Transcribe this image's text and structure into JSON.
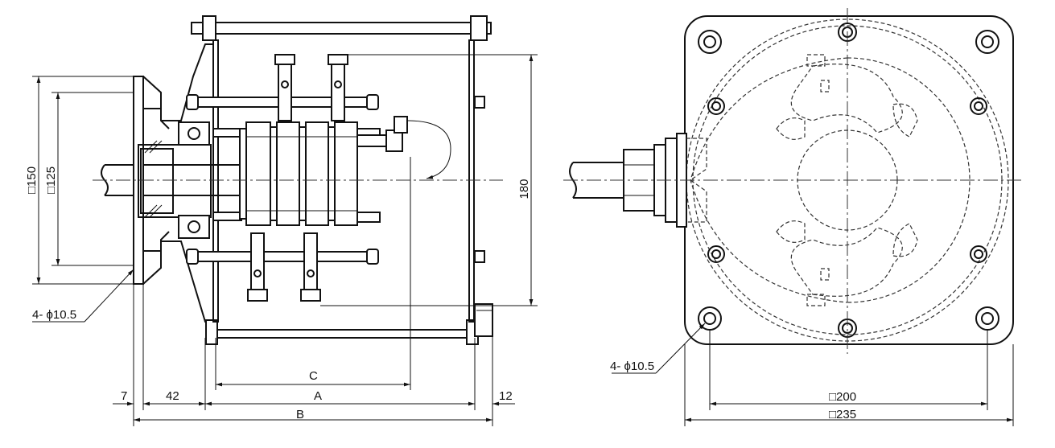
{
  "side_view": {
    "dims": {
      "sq150": "□150",
      "sq125": "□125",
      "d180": "180",
      "d7": "7",
      "d42": "42",
      "d12": "12",
      "A": "A",
      "B": "B",
      "C": "C"
    },
    "hole_callout": "4- ϕ10.5"
  },
  "front_view": {
    "dims": {
      "sq200": "□200",
      "sq235": "□235"
    },
    "hole_callout": "4- ϕ10.5"
  }
}
